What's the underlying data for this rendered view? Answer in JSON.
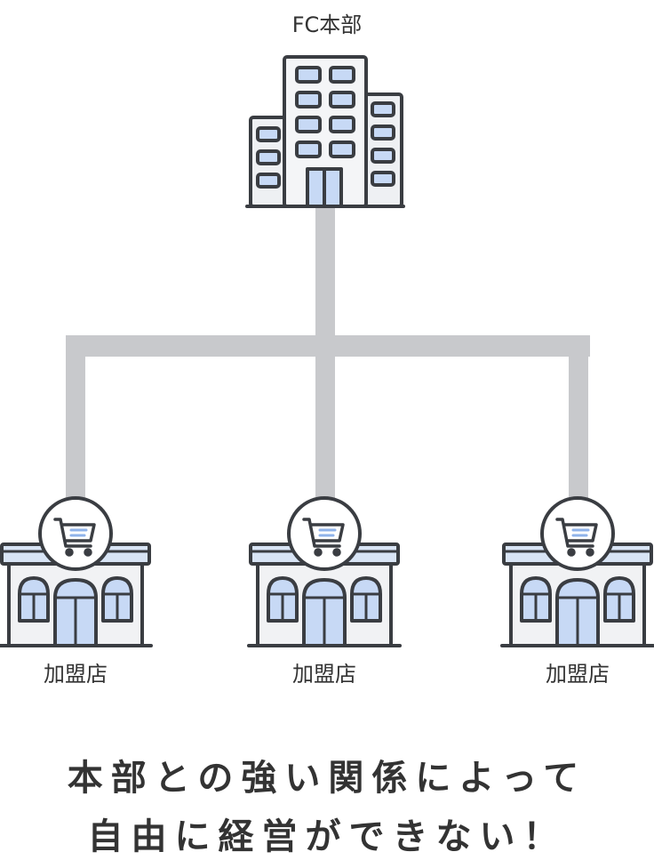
{
  "hq": {
    "label": "FC本部",
    "icon": "office-building-icon"
  },
  "stores": [
    {
      "label": "加盟店",
      "icon": "storefront-icon",
      "badge_icon": "shopping-cart-icon"
    },
    {
      "label": "加盟店",
      "icon": "storefront-icon",
      "badge_icon": "shopping-cart-icon"
    },
    {
      "label": "加盟店",
      "icon": "storefront-icon",
      "badge_icon": "shopping-cart-icon"
    }
  ],
  "caption": {
    "line1": "本部との強い関係によって",
    "line2": "自由に経営ができない！"
  },
  "colors": {
    "connector": "#c8c9cc",
    "outline": "#3a3d42",
    "window_blue": "#c7d9f5",
    "building_fill": "#f1f2f4",
    "text": "#333333"
  }
}
